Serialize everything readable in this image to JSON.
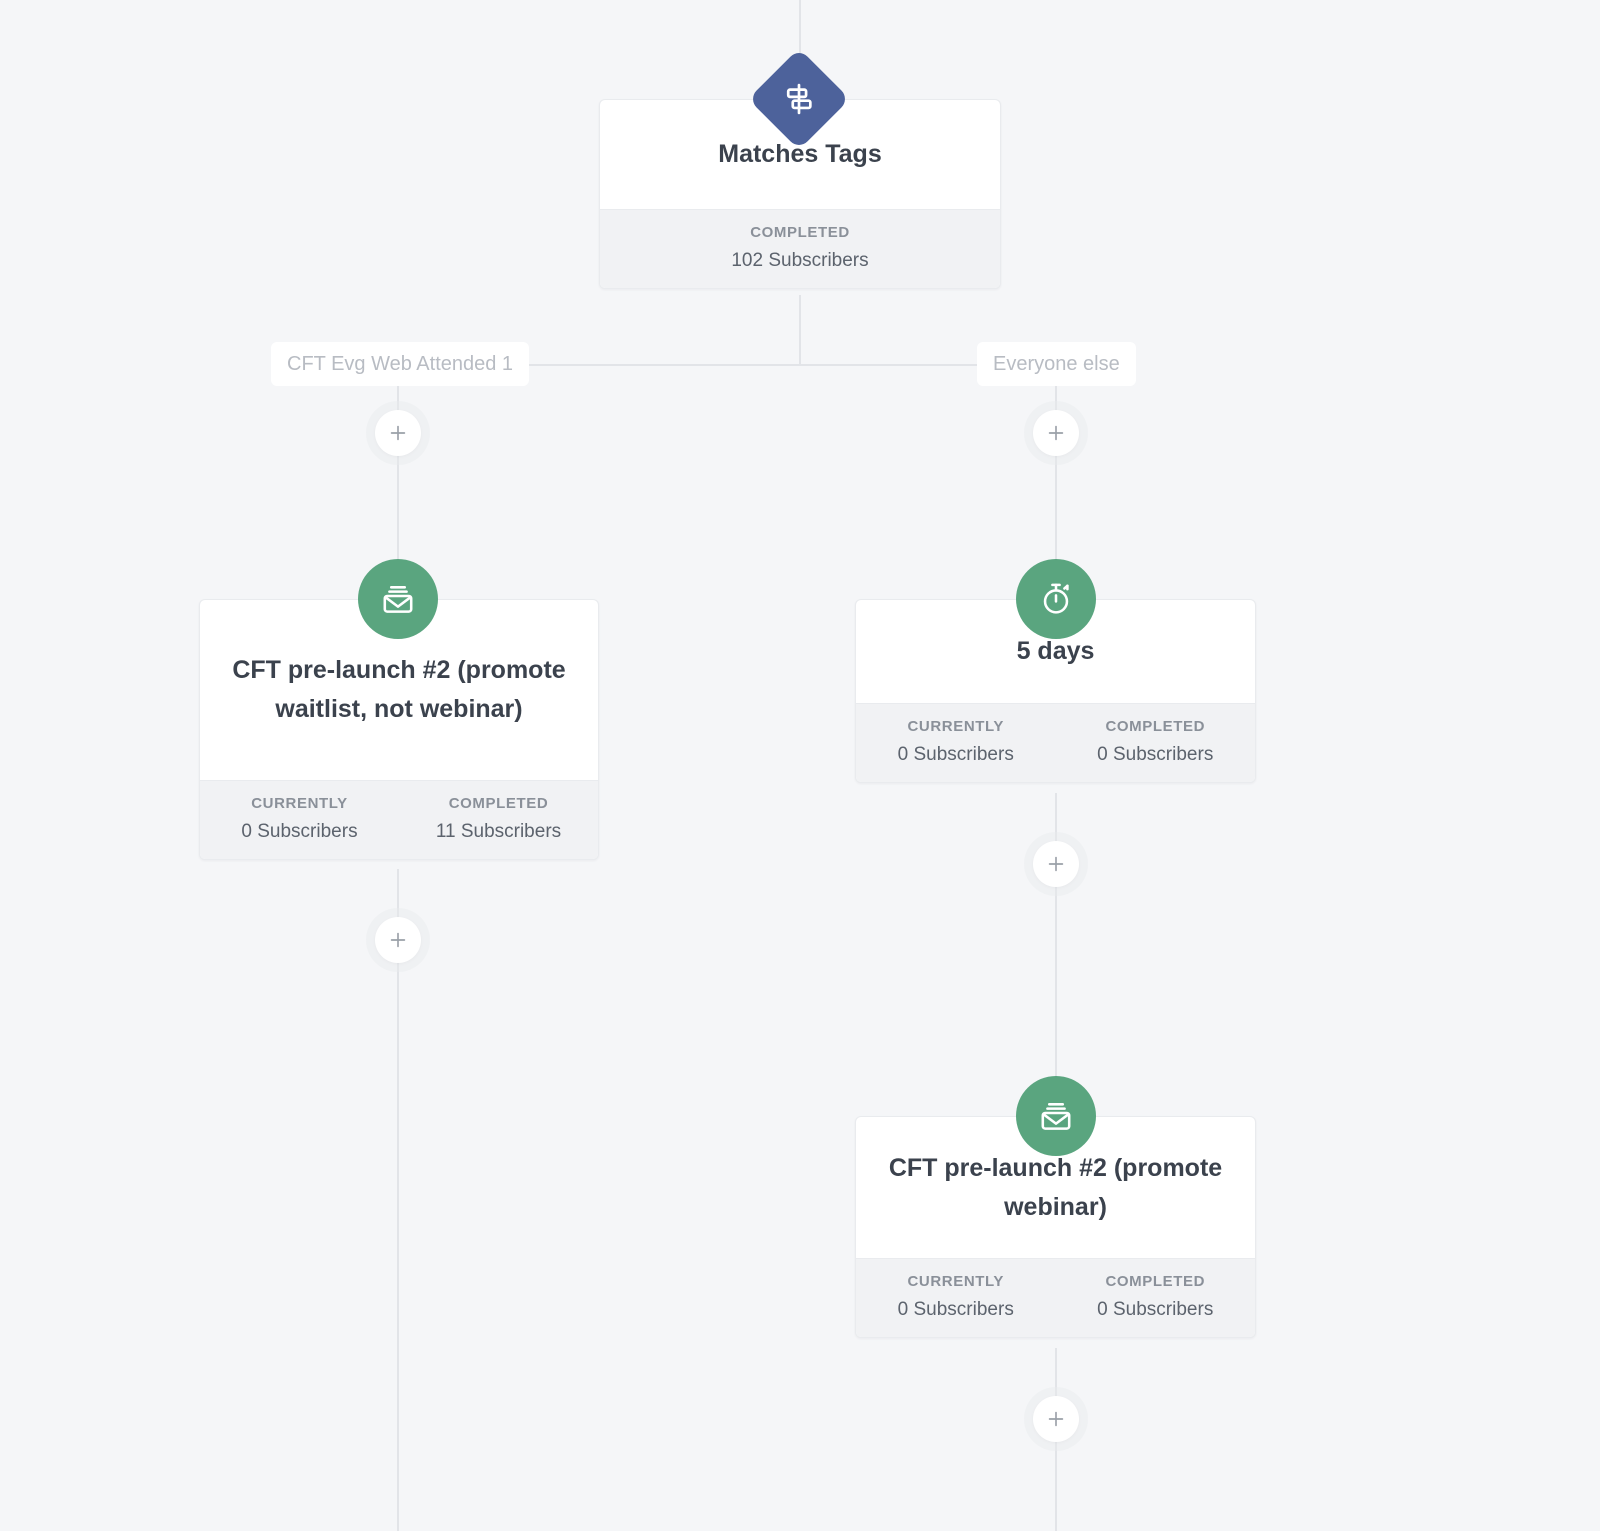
{
  "canvas": {
    "background": "#f5f6f8",
    "connector_color": "#e2e4e8"
  },
  "colors": {
    "condition_accent": "#4d629b",
    "action_accent": "#5aa57f",
    "card_background": "#ffffff",
    "stats_background": "#f1f2f4",
    "title_text": "#3b424d",
    "label_text": "#8a9099",
    "value_text": "#5c636d",
    "branch_label_text": "#b8bcc3"
  },
  "nodes": [
    {
      "id": "matches-tags",
      "type": "condition",
      "icon": "signpost-icon",
      "title": "Matches Tags",
      "stats": [
        {
          "label": "COMPLETED",
          "value": "102 Subscribers"
        }
      ]
    },
    {
      "id": "cft-prelaunch-2-waitlist",
      "type": "email",
      "icon": "email-outbox-icon",
      "title": "CFT pre-launch #2 (promote waitlist, not webinar)",
      "stats": [
        {
          "label": "CURRENTLY",
          "value": "0 Subscribers"
        },
        {
          "label": "COMPLETED",
          "value": "11 Subscribers"
        }
      ]
    },
    {
      "id": "delay-5-days",
      "type": "delay",
      "icon": "stopwatch-icon",
      "title": "5 days",
      "stats": [
        {
          "label": "CURRENTLY",
          "value": "0 Subscribers"
        },
        {
          "label": "COMPLETED",
          "value": "0 Subscribers"
        }
      ]
    },
    {
      "id": "cft-prelaunch-2-webinar",
      "type": "email",
      "icon": "email-outbox-icon",
      "title": "CFT pre-launch #2 (promote webinar)",
      "stats": [
        {
          "label": "CURRENTLY",
          "value": "0 Subscribers"
        },
        {
          "label": "COMPLETED",
          "value": "0 Subscribers"
        }
      ]
    }
  ],
  "branches": [
    {
      "id": "branch-left",
      "label": "CFT Evg Web Attended 1"
    },
    {
      "id": "branch-right",
      "label": "Everyone else"
    }
  ],
  "add_buttons": [
    {
      "id": "add-step-left-top"
    },
    {
      "id": "add-step-right-top"
    },
    {
      "id": "add-step-right-middle"
    },
    {
      "id": "add-step-left-bottom"
    },
    {
      "id": "add-step-right-bottom"
    }
  ]
}
